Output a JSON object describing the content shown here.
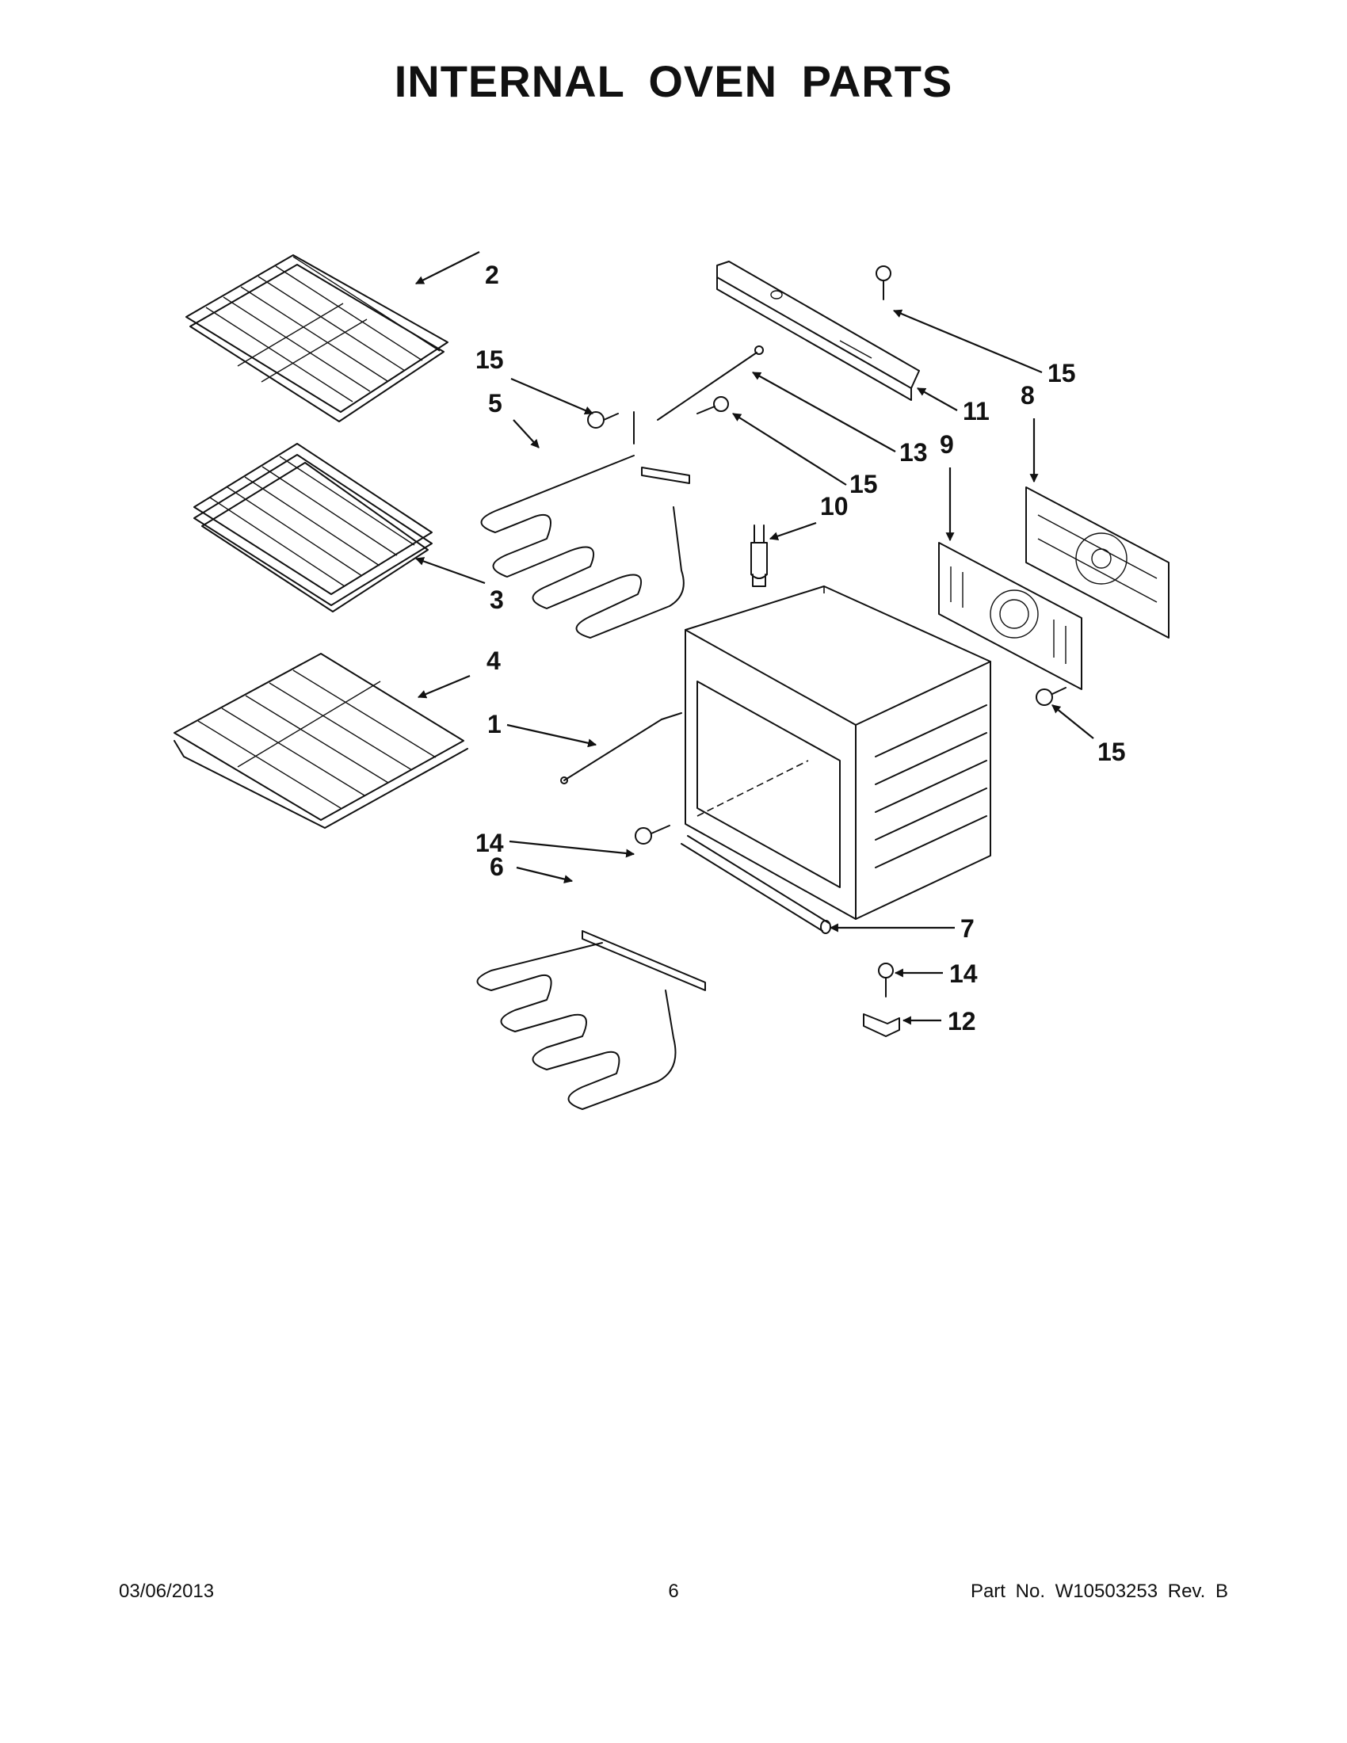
{
  "title": "INTERNAL OVEN PARTS",
  "callouts": [
    {
      "id": "c2",
      "label": "2"
    },
    {
      "id": "c15a",
      "label": "15"
    },
    {
      "id": "c5",
      "label": "5"
    },
    {
      "id": "c3",
      "label": "3"
    },
    {
      "id": "c4",
      "label": "4"
    },
    {
      "id": "c1",
      "label": "1"
    },
    {
      "id": "c14a",
      "label": "14"
    },
    {
      "id": "c6",
      "label": "6"
    },
    {
      "id": "c15b",
      "label": "15"
    },
    {
      "id": "c11",
      "label": "11"
    },
    {
      "id": "c8",
      "label": "8"
    },
    {
      "id": "c13",
      "label": "13"
    },
    {
      "id": "c15c",
      "label": "15"
    },
    {
      "id": "c10",
      "label": "10"
    },
    {
      "id": "c9",
      "label": "9"
    },
    {
      "id": "c15d",
      "label": "15"
    },
    {
      "id": "c7",
      "label": "7"
    },
    {
      "id": "c14b",
      "label": "14"
    },
    {
      "id": "c12",
      "label": "12"
    }
  ],
  "footer": {
    "date": "03/06/2013",
    "page": "6",
    "part": "Part No.  W10503253  Rev.  B"
  }
}
